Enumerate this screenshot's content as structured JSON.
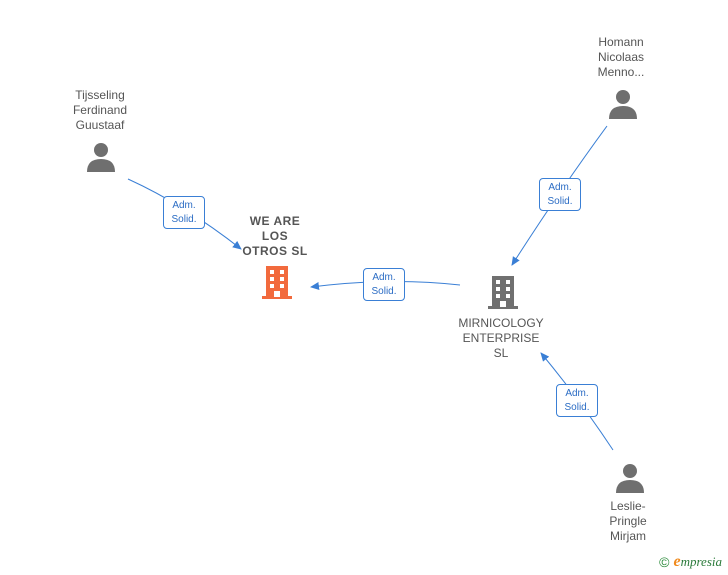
{
  "colors": {
    "edge": "#3a7fd5",
    "person": "#6f6f6f",
    "company_main": "#f26a3d",
    "company_other": "#707070",
    "label": "#555555"
  },
  "nodes": {
    "tijsseling": {
      "label": "Tijsseling\nFerdinand\nGuustaaf",
      "icon": "person-icon"
    },
    "homann": {
      "label": "Homann\nNicolaas\nMenno...",
      "icon": "person-icon"
    },
    "leslie": {
      "label": "Leslie-\nPringle\nMirjam",
      "icon": "person-icon"
    },
    "we_are": {
      "label": "WE ARE\nLOS\nOTROS SL",
      "icon": "building-icon"
    },
    "mirnicology": {
      "label": "MIRNICOLOGY\nENTERPRISE\nSL",
      "icon": "building-icon"
    }
  },
  "edges": [
    {
      "from": "tijsseling",
      "to": "we_are",
      "line1": "Adm.",
      "line2": "Solid."
    },
    {
      "from": "mirnicology",
      "to": "we_are",
      "line1": "Adm.",
      "line2": "Solid."
    },
    {
      "from": "homann",
      "to": "mirnicology",
      "line1": "Adm.",
      "line2": "Solid."
    },
    {
      "from": "leslie",
      "to": "mirnicology",
      "line1": "Adm.",
      "line2": "Solid."
    }
  ],
  "footer": {
    "copyright": "©",
    "brand_first": "e",
    "brand_rest": "mpresia"
  }
}
